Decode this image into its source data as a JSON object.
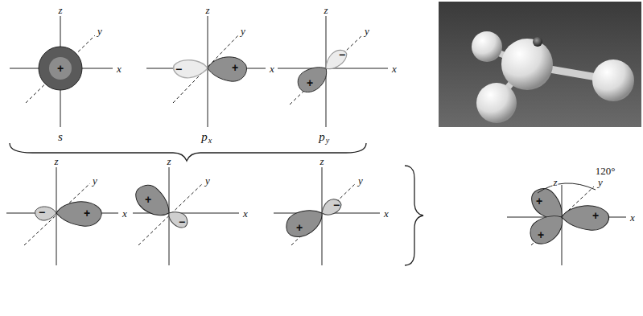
{
  "diagram": {
    "labels": [
      "z",
      "y",
      "x",
      "+",
      "s",
      "z",
      "y",
      "x",
      "−",
      "+",
      "p",
      "x",
      "z",
      "y",
      "x",
      "−",
      "+",
      "p",
      "y",
      "z",
      "y",
      "x",
      "−",
      "+",
      "z",
      "y",
      "x",
      "+",
      "−",
      "z",
      "y",
      "x",
      "−",
      "+",
      "120°",
      "z",
      "y",
      "+",
      "+",
      "+",
      "x"
    ]
  }
}
